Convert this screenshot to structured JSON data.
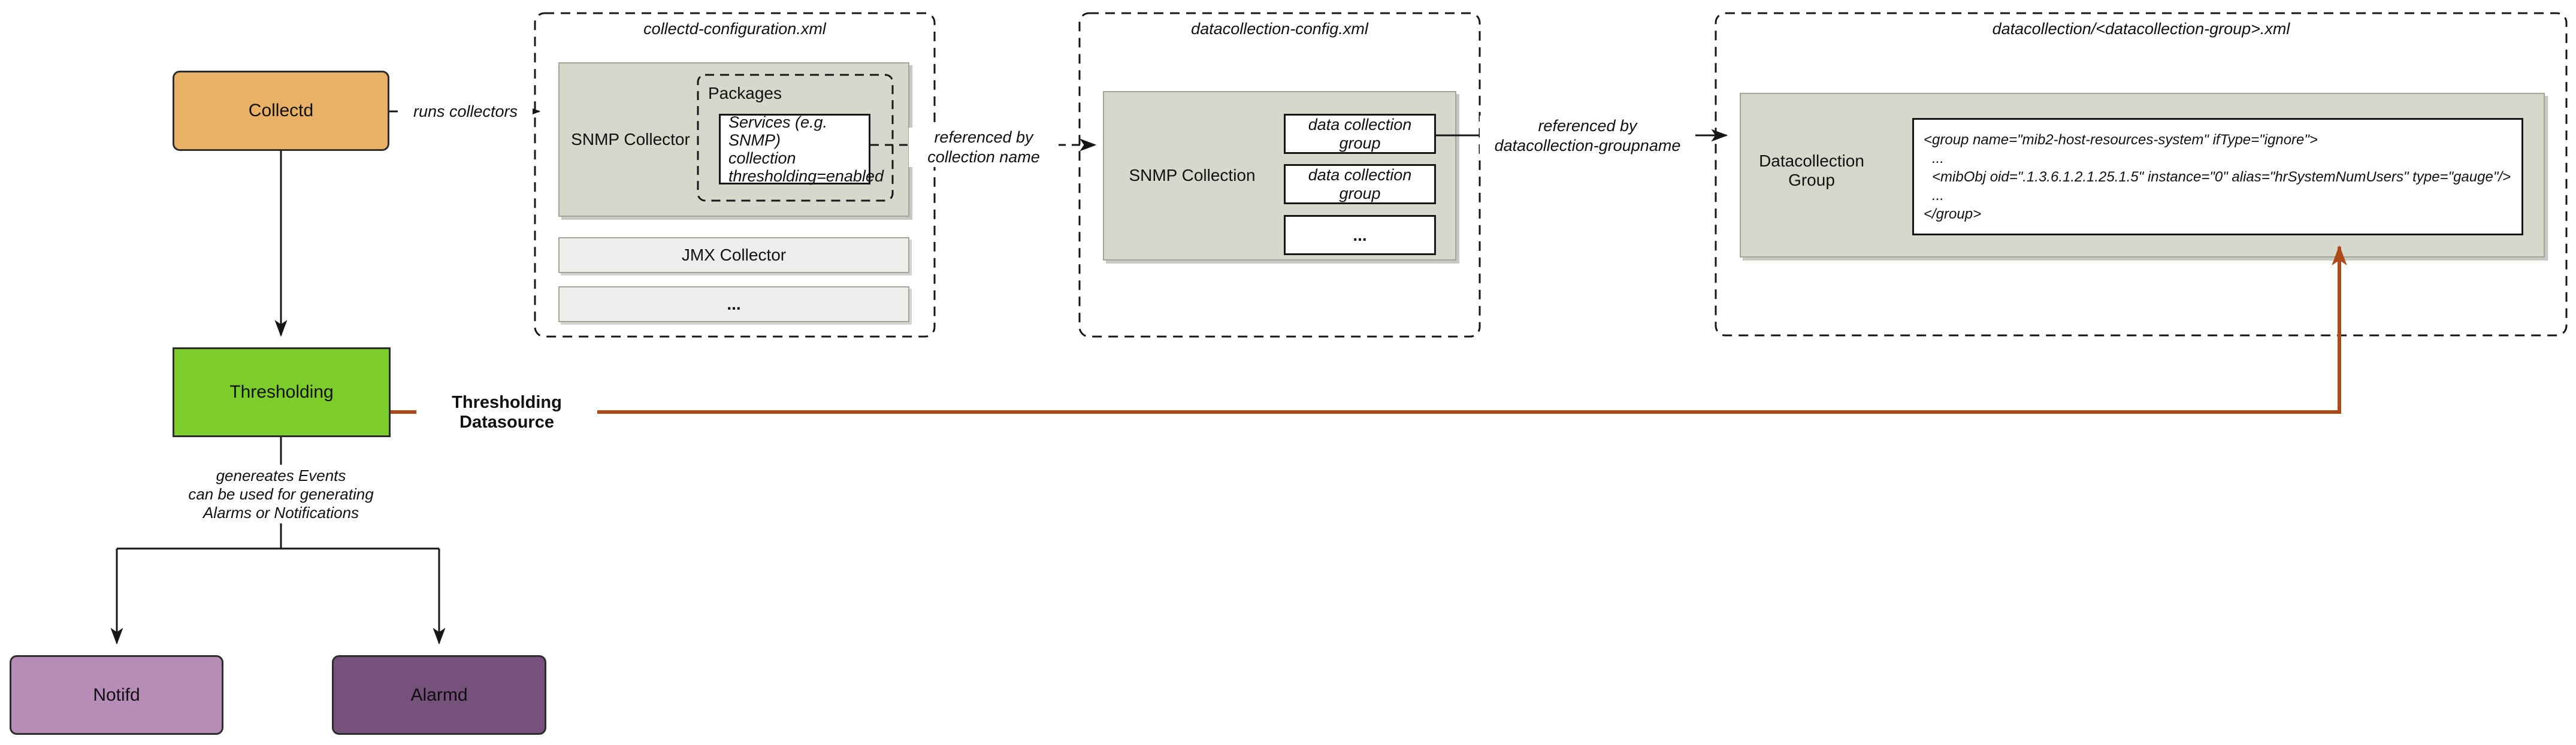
{
  "nodes": {
    "collectd": {
      "label": "Collectd",
      "color": "#e8b165"
    },
    "thresholding": {
      "label": "Thresholding",
      "color": "#7ccd2b"
    },
    "notifd": {
      "label": "Notifd",
      "color": "#b78db8"
    },
    "alarmd": {
      "label": "Alarmd",
      "color": "#75517c"
    }
  },
  "connectors": {
    "runs_collectors": {
      "label": "runs collectors"
    },
    "referenced_by_collection": {
      "line1": "referenced by",
      "line2": "collection name"
    },
    "referenced_by_groupname": {
      "line1": "referenced by",
      "line2": "datacollection-groupname"
    },
    "thresholding_datasource": {
      "label": "Thresholding Datasource",
      "color": "#b0491a"
    },
    "generates_events": {
      "line1": "genereates Events",
      "line2": "can be used for generating",
      "line3": "Alarms or Notifications"
    }
  },
  "collectd_configuration": {
    "title": "collectd-configuration.xml",
    "snmp_collector_label": "SNMP Collector",
    "packages_label": "Packages",
    "services": {
      "line1": "Services (e.g. SNMP)",
      "line2": "collection",
      "line3": "thresholding=enabled"
    },
    "jmx_collector_label": "JMX Collector",
    "ellipsis_label": "..."
  },
  "datacollection_config": {
    "title": "datacollection-config.xml",
    "snmp_collection_label": "SNMP Collection",
    "groups": [
      "data collection group",
      "data collection group",
      "..."
    ]
  },
  "datacollection_group_file": {
    "title": "datacollection/<datacollection-group>.xml",
    "group_label": "Datacollection Group",
    "xml_lines": [
      "<group name=\"mib2-host-resources-system\" ifType=\"ignore\">",
      "...",
      "<mibObj oid=\".1.3.6.1.2.1.25.1.5\" instance=\"0\" alias=\"hrSystemNumUsers\" type=\"gauge\"/>",
      "...",
      "</group>"
    ]
  },
  "colors": {
    "container_fill": "#d6d8cc",
    "row_fill": "#ededeb",
    "datasource_line": "#b0491a",
    "dash_border": "#161616"
  }
}
